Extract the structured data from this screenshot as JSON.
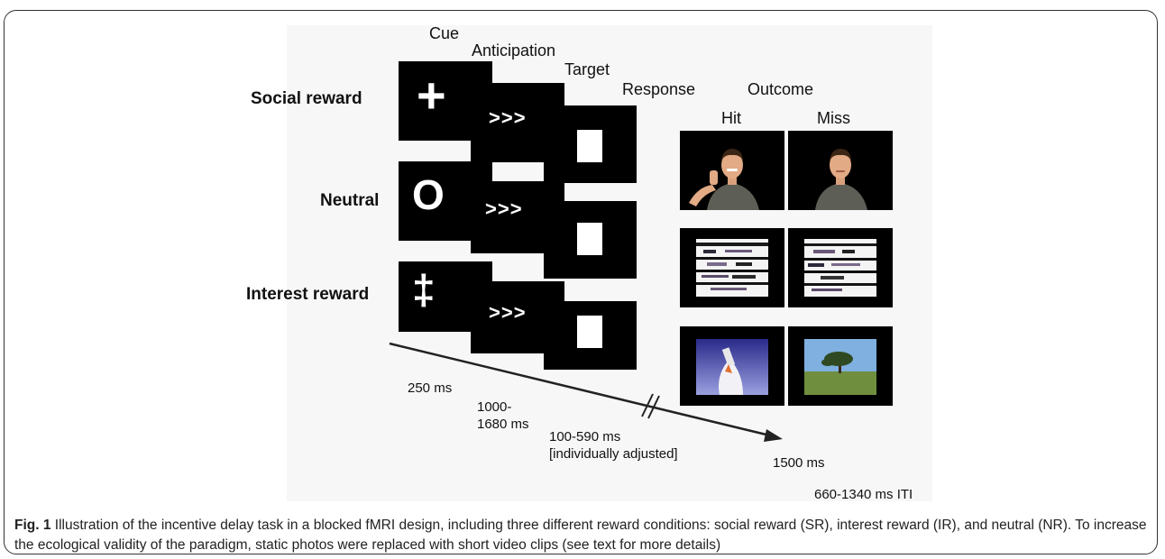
{
  "phases": {
    "cue": "Cue",
    "anticipation": "Anticipation",
    "target": "Target",
    "response": "Response",
    "outcome": "Outcome"
  },
  "outcome_columns": {
    "hit": "Hit",
    "miss": "Miss"
  },
  "rows": [
    {
      "label": "Social reward",
      "cue_symbol": "+",
      "anticipation_symbol": ">>>"
    },
    {
      "label": "Neutral",
      "cue_symbol": "O",
      "anticipation_symbol": ">>>"
    },
    {
      "label": "Interest reward",
      "cue_symbol": "‡",
      "anticipation_symbol": ">>>"
    }
  ],
  "timings": {
    "cue": "250 ms",
    "anticipation_line1": "1000-",
    "anticipation_line2": "1680 ms",
    "target_line1": "100-590 ms",
    "target_line2": "[individually adjusted]",
    "outcome": "1500 ms",
    "iti": "660-1340 ms ITI"
  },
  "caption": {
    "label": "Fig. 1",
    "text": " Illustration of the incentive delay task in a blocked fMRI design, including three different reward conditions: social reward (SR), interest reward (IR), and neutral (NR). To increase the ecological validity of the paradigm, static photos were replaced with short video clips (see text for more details)"
  },
  "colors": {
    "panel_bg": "#f7f7f7",
    "screen": "#000000",
    "stimulus": "#ffffff",
    "frame": "#333333"
  }
}
